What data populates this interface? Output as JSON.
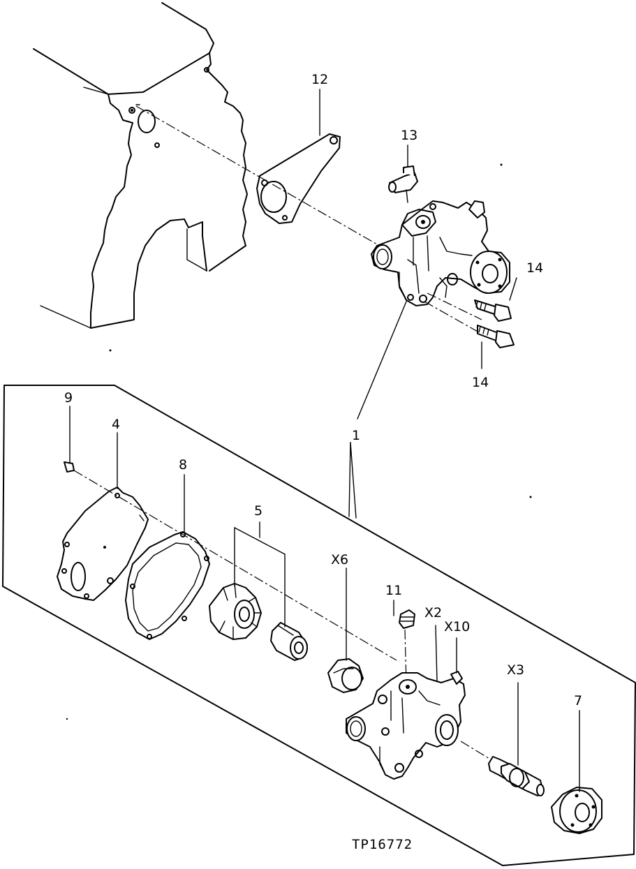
{
  "figure_ref": "TP16772",
  "callouts": {
    "c1": "1",
    "c4": "4",
    "c5": "5",
    "c7": "7",
    "c8": "8",
    "c9": "9",
    "c11": "11",
    "c12": "12",
    "c13": "13",
    "c14a": "14",
    "c14b": "14",
    "cx2": "X2",
    "cx3": "X3",
    "cx6": "X6",
    "cx10": "X10"
  }
}
